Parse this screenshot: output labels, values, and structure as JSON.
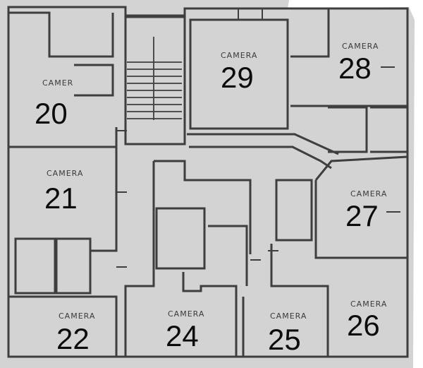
{
  "colors": {
    "paper": "#d3d3d3",
    "wall": "#3e3e3e",
    "text": "#0c0c0c"
  },
  "rooms": [
    {
      "id": "20",
      "label": "CAMER",
      "number": "20"
    },
    {
      "id": "21",
      "label": "CAMERA",
      "number": "21"
    },
    {
      "id": "22",
      "label": "CAMERA",
      "number": "22"
    },
    {
      "id": "24",
      "label": "CAMERA",
      "number": "24"
    },
    {
      "id": "25",
      "label": "CAMERA",
      "number": "25"
    },
    {
      "id": "26",
      "label": "CAMERA",
      "number": "26"
    },
    {
      "id": "27",
      "label": "CAMERA",
      "number": "27"
    },
    {
      "id": "28",
      "label": "CAMERA",
      "number": "28"
    },
    {
      "id": "29",
      "label": "CAMERA",
      "number": "29"
    }
  ]
}
